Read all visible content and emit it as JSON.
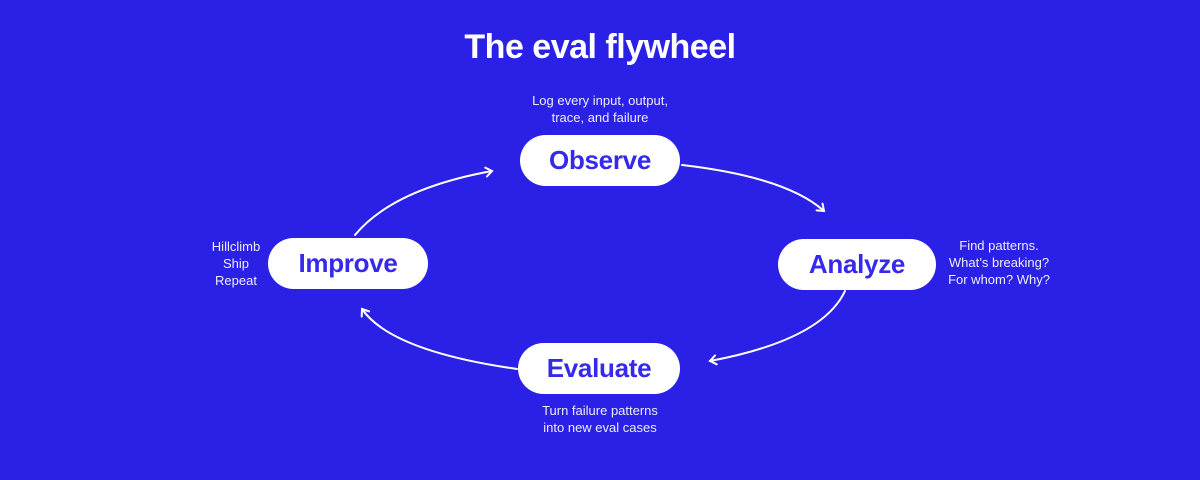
{
  "title": "The eval flywheel",
  "nodes": [
    {
      "id": "observe",
      "label": "Observe"
    },
    {
      "id": "analyze",
      "label": "Analyze"
    },
    {
      "id": "evaluate",
      "label": "Evaluate"
    },
    {
      "id": "improve",
      "label": "Improve"
    }
  ],
  "captions": {
    "observe": "Log every input, output,\ntrace, and failure",
    "analyze": "Find patterns.\nWhat’s breaking?\nFor whom? Why?",
    "evaluate": "Turn failure patterns\ninto new eval cases",
    "improve": "Hillclimb\nShip\nRepeat"
  },
  "flow": [
    "Improve → Observe",
    "Observe → Analyze",
    "Analyze → Evaluate",
    "Evaluate → Improve"
  ],
  "colors": {
    "background": "#2B21E6",
    "node_background": "#FFFFFF",
    "node_text": "#3629EC",
    "caption_text": "#EDEBFC",
    "title_text": "#FFFFFF",
    "arrow": "#FFFFFF"
  }
}
